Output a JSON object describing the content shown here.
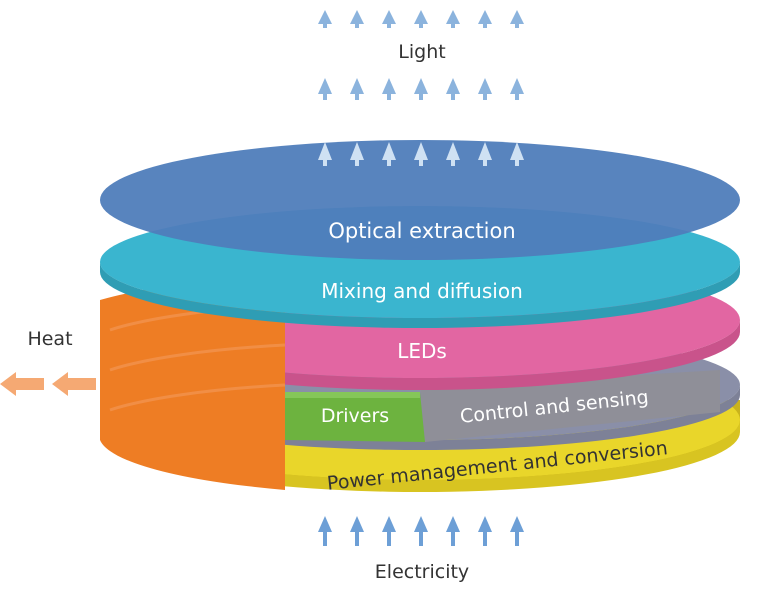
{
  "diagram": {
    "labels": {
      "light": "Light",
      "heat": "Heat",
      "electricity": "Electricity"
    },
    "layers": [
      {
        "label": "Optical extraction",
        "color": "#4f7dbb"
      },
      {
        "label": "Mixing and diffusion",
        "color": "#3ab5cf"
      },
      {
        "label": "LEDs",
        "color": "#e266a2"
      },
      {
        "label": "Drivers",
        "color": "#6db33f"
      },
      {
        "label": "Control and sensing",
        "color": "#8a8a99"
      },
      {
        "label": "Power management and conversion",
        "color": "#e9d62a"
      }
    ],
    "colors": {
      "heat_band": "#ee7d24",
      "heat_arrow": "#f39a5b",
      "light_arrow": "#8bb3dd",
      "electricity_arrow": "#6d9fd6",
      "label_text": "#333333"
    }
  }
}
